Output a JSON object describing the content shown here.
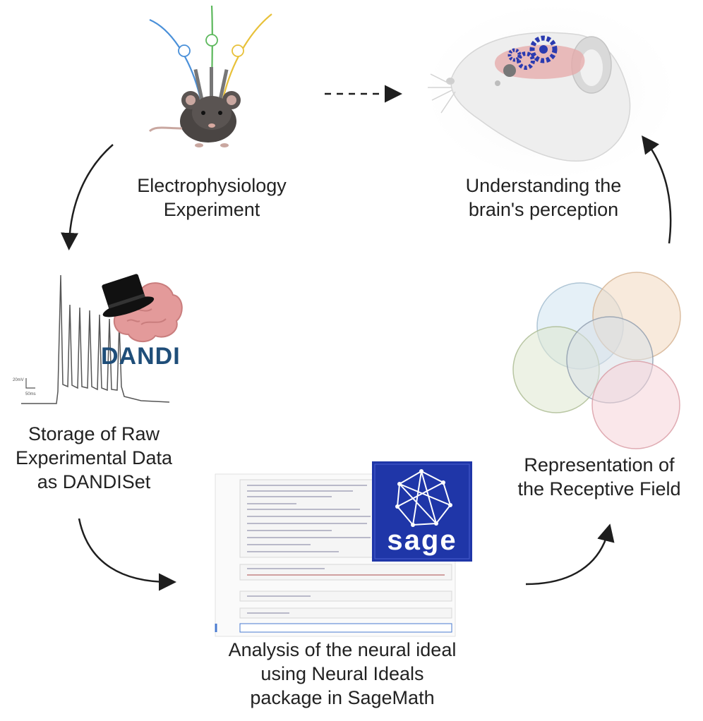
{
  "colors": {
    "arrow": "#1e1e1e",
    "dandi_blue": "#1f4e79",
    "sage_blue": "#1f36a8",
    "gear_blue": "#2b3bb0",
    "brain_pink": "#e39a9a",
    "circle_blue": "#cfe3f0",
    "circle_orange": "#f3d9c0",
    "circle_green": "#dfe8cf",
    "circle_gray": "#d9e0e8",
    "circle_pink": "#f6d3d8"
  },
  "nodes": {
    "experiment": {
      "lines": [
        "Electrophysiology",
        "Experiment"
      ]
    },
    "understanding": {
      "lines": [
        "Understanding the",
        "brain's perception"
      ]
    },
    "storage": {
      "lines": [
        "Storage of Raw",
        "Experimental Data",
        "as DANDISet"
      ]
    },
    "receptive": {
      "lines": [
        "Representation of",
        "the Receptive Field"
      ]
    },
    "analysis": {
      "lines": [
        "Analysis of the neural ideal",
        "using Neural Ideals",
        "package in SageMath"
      ]
    }
  },
  "logos": {
    "dandi": "DANDI",
    "sage": "sage"
  },
  "icons": {
    "mouse": "mouse-with-electrodes-icon",
    "rat_head": "rat-head-with-gears-icon",
    "trace": "voltage-trace-icon",
    "circles": "receptive-field-circles-icon",
    "notebook": "notebook-screenshot-icon"
  }
}
